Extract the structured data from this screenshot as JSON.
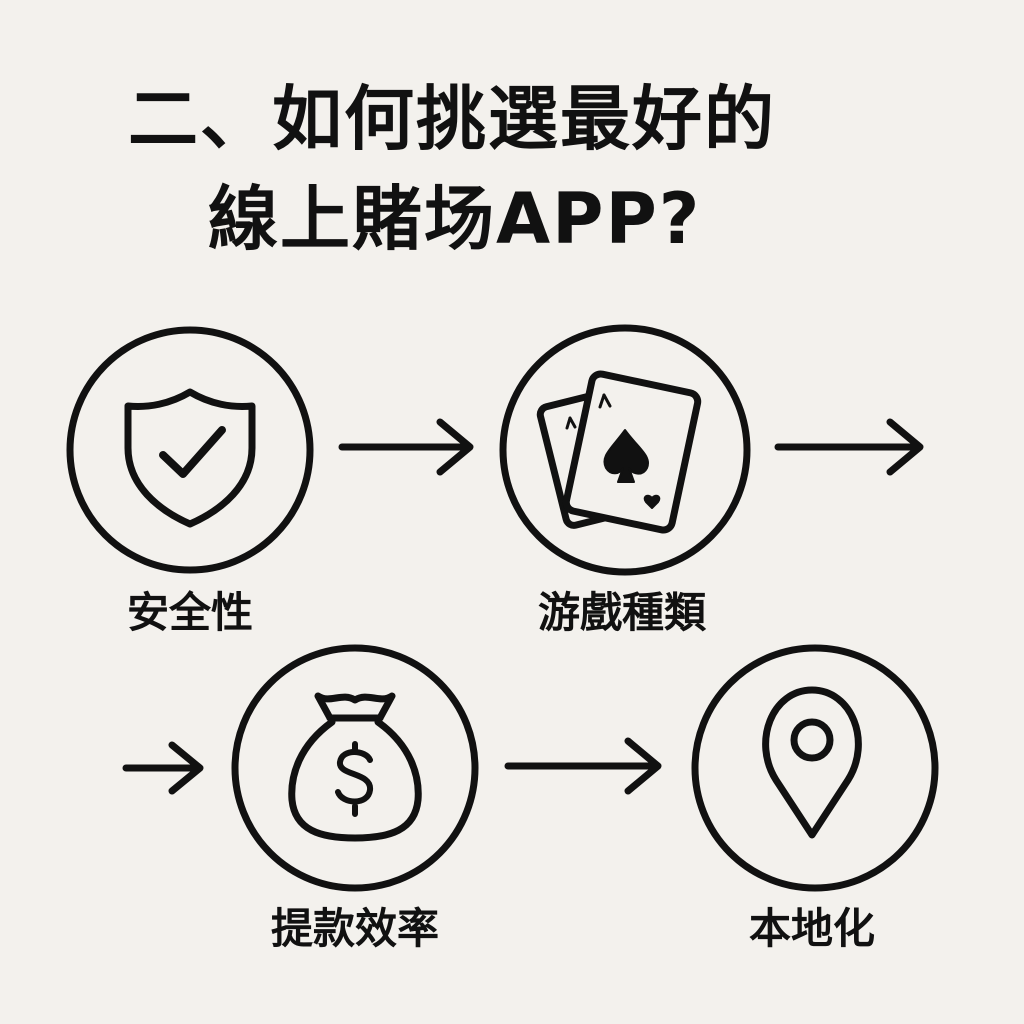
{
  "title": {
    "line1": "二、如何挑選最好的",
    "line2": "線上賭场APP?"
  },
  "steps": [
    {
      "label": "安全性",
      "icon": "shield-check-icon"
    },
    {
      "label": "游戲種類",
      "icon": "playing-cards-icon"
    },
    {
      "label": "提款效率",
      "icon": "money-bag-icon"
    },
    {
      "label": "本地化",
      "icon": "location-pin-icon"
    }
  ],
  "colors": {
    "background": "#f3f1ed",
    "ink": "#111111"
  }
}
